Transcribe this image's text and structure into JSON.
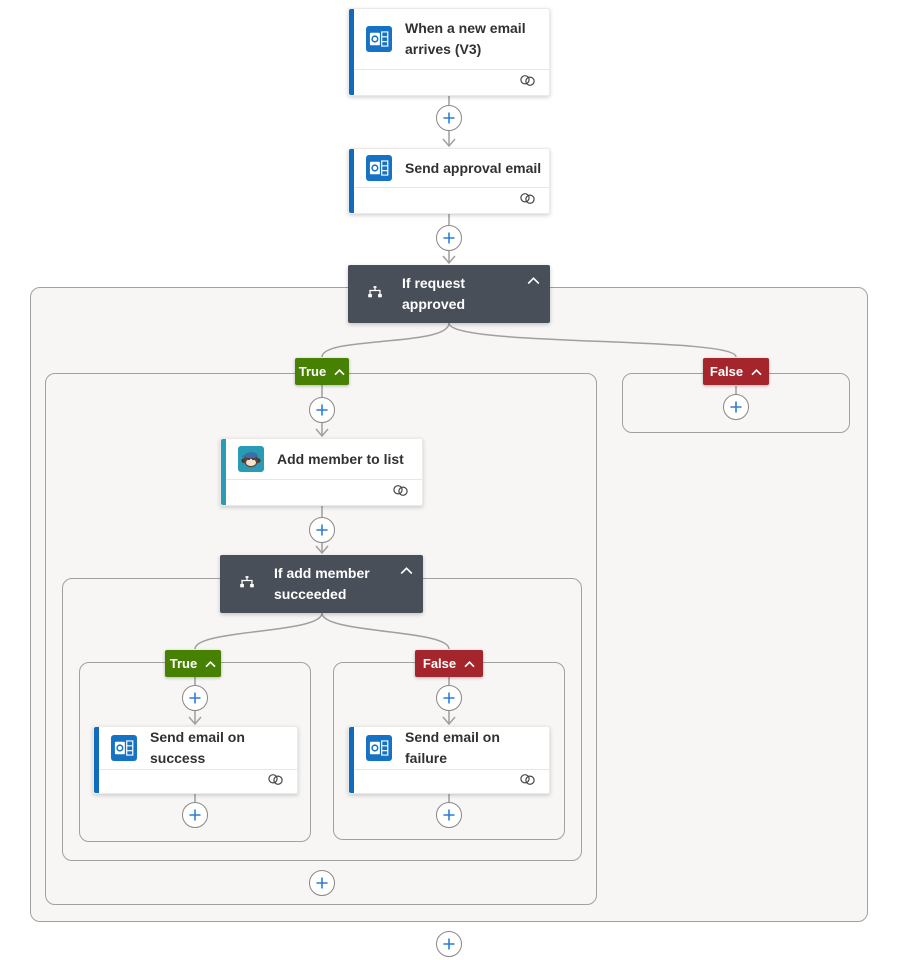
{
  "app": "flow-designer",
  "cards": {
    "trigger": {
      "title": "When a new email arrives (V3)",
      "icon": "outlook-icon"
    },
    "approval": {
      "title": "Send approval email",
      "icon": "outlook-icon"
    },
    "add_member": {
      "title": "Add member to list",
      "icon": "mailchimp-icon"
    },
    "send_success": {
      "title": "Send email on success",
      "icon": "outlook-icon"
    },
    "send_failure": {
      "title": "Send email on failure",
      "icon": "outlook-icon"
    }
  },
  "conditions": {
    "request_approved": {
      "title": "If request approved",
      "icon": "condition-icon"
    },
    "add_member_succeeded": {
      "title": "If add member succeeded",
      "icon": "condition-icon"
    }
  },
  "branches": {
    "outer_true": {
      "label": "True"
    },
    "outer_false": {
      "label": "False"
    },
    "inner_true": {
      "label": "True"
    },
    "inner_false": {
      "label": "False"
    }
  },
  "colors": {
    "true_branch_green": "#468104",
    "false_branch_red": "#a4262c",
    "condition_card_bg": "#484f58",
    "outlook_blue": "#1572c4",
    "card_stripe_blue": "#0f6cbd",
    "mailchimp_teal": "#2a9bb5",
    "plus_blue": "#2b7cd8",
    "connector_gray": "#a19f9d",
    "container_bg": "#f7f6f4"
  }
}
